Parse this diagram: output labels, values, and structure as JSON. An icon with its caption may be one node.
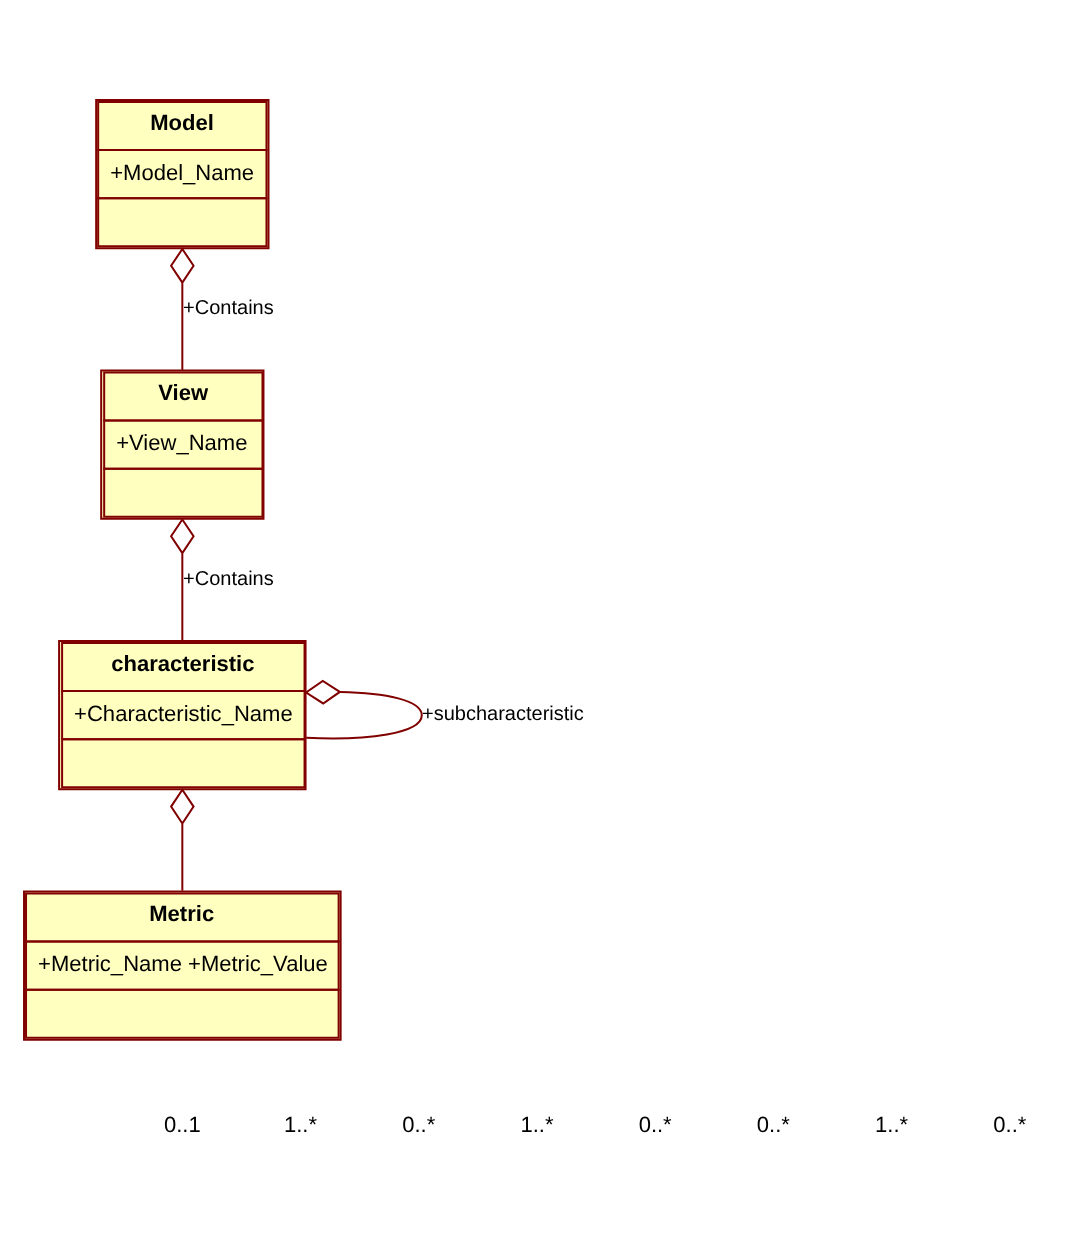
{
  "diagram": {
    "nodes": [
      {
        "text": [
          "Model",
          "+Model_Name"
        ]
      },
      {
        "text": [
          "View",
          "+View_Name"
        ]
      },
      {
        "text": [
          "characteristic",
          "+Characteristic_Name"
        ]
      },
      {
        "text": [
          "Metric",
          "+Metric_Name +Metric_Value"
        ]
      }
    ],
    "edges": [
      {
        "from": 0,
        "to": 1,
        "arrow": "other",
        "label": "+Contains"
      },
      {
        "from": 1,
        "to": 2,
        "arrow": "other",
        "label": "+Contains"
      },
      {
        "from": 2,
        "to": 2,
        "arrow": "other",
        "label": "+subcharacteristic"
      },
      {
        "from": 2,
        "to": 3,
        "arrow": "other"
      }
    ],
    "labels": [
      "0..1",
      "1..*",
      "0..*",
      "1..*",
      "0..*",
      "0..*",
      "1..*",
      "0..*"
    ]
  }
}
